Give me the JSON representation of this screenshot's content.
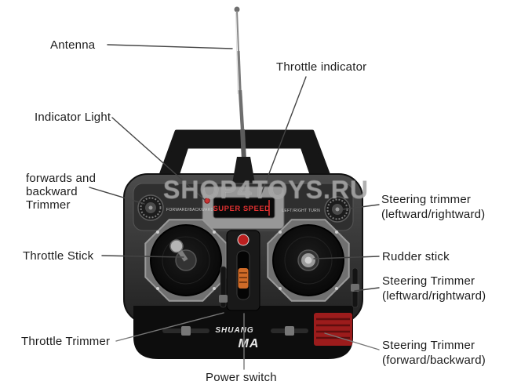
{
  "watermark": "SHOP4TOYS.RU",
  "labels": {
    "antenna": "Antenna",
    "throttle_indicator": "Throttle indicator",
    "indicator_light": "Indicator Light",
    "fwd_bwd_trimmer": {
      "line1": "forwards and",
      "line2": "backward",
      "line3": "Trimmer"
    },
    "throttle_stick": "Throttle Stick",
    "throttle_trimmer": "Throttle Trimmer",
    "power_switch": "Power switch",
    "steering_trimmer_top": {
      "line1": "Steering trimmer",
      "line2": "(leftward/rightward)"
    },
    "rudder_stick": "Rudder stick",
    "steering_trimmer_mid": {
      "line1": "Steering Trimmer",
      "line2": "(leftward/rightward)"
    },
    "steering_trimmer_bottom": {
      "line1": "Steering Trimmer",
      "line2": "(forward/backward)"
    }
  },
  "device": {
    "display_text": "SUPER SPEED",
    "left_dial_text": "FORWARD/BACKWARD",
    "right_dial_text": "LEFT/RIGHT TURN",
    "brand_line1": "SHUANG",
    "brand_line2": "MA"
  },
  "colors": {
    "display_text": "#e03030",
    "switch_knob": "#cf6b28",
    "fb_trimmer_block": "#9c1c1c",
    "watermark": "#808080",
    "body_dark": "#2b2b2b"
  }
}
